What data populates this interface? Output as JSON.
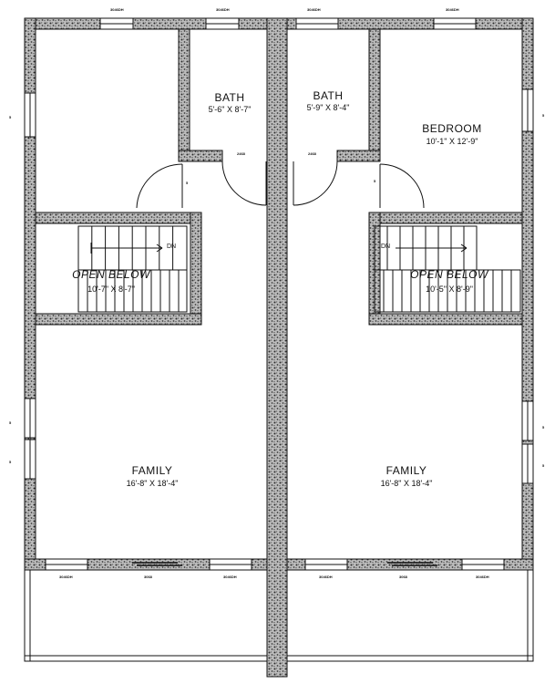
{
  "rooms": {
    "bath_left": {
      "name": "BATH",
      "dim": "5'-6\" X 8'-7\""
    },
    "bath_right": {
      "name": "BATH",
      "dim": "5'-9\" X 8'-4\""
    },
    "bedroom": {
      "name": "BEDROOM",
      "dim": "10'-1\" X 12'-9\""
    },
    "open_left": {
      "name": "OPEN BELOW",
      "dim": "10'-7\" X 8'-7\""
    },
    "open_right": {
      "name": "OPEN BELOW",
      "dim": "10'-5\" X 8'-9\""
    },
    "family_left": {
      "name": "FAMILY",
      "dim": "16'-8\" X 18'-4\""
    },
    "family_right": {
      "name": "FAMILY",
      "dim": "16'-8\" X 18'-4\""
    }
  },
  "stairs": {
    "down_label": "DN"
  },
  "tags": {
    "window": "3046DH",
    "door": "3068",
    "door_small": "2468",
    "side_mark": "5"
  },
  "colors": {
    "line": "#111111",
    "wall_fill": "#8a8a8a",
    "background": "#ffffff"
  }
}
